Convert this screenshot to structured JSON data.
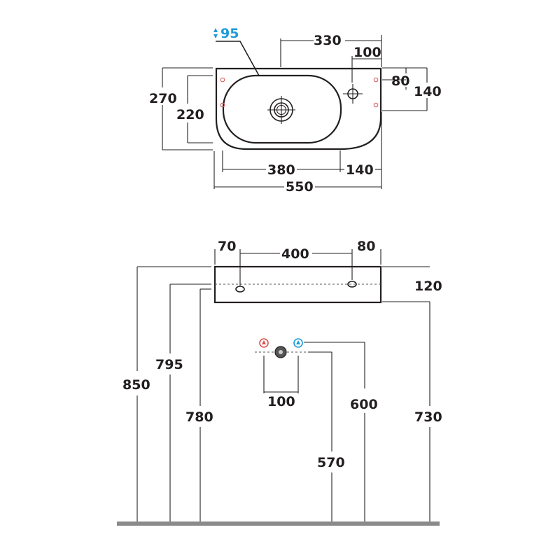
{
  "top_view": {
    "dims": {
      "drain_diameter": "95",
      "drain_offset": "330",
      "tap_offset": "100",
      "fix_top": "80",
      "fix_height": "140",
      "total_depth": "270",
      "bowl_depth": "220",
      "bowl_width": "380",
      "deck_width": "140",
      "total_width": "550"
    }
  },
  "front_view": {
    "dims": {
      "fix_left": "70",
      "fix_spacing": "400",
      "fix_right": "80",
      "basin_height": "120",
      "rim_height": "850",
      "fix_height": "795",
      "underside_height": "780",
      "supply_spacing": "100",
      "supply_height": "600",
      "waste_height": "570",
      "bottom_height": "730"
    }
  },
  "colors": {
    "ink": "#231f20",
    "hot": "#d9534f",
    "cold": "#1f9ad6",
    "floor": "#8a8a8a"
  }
}
